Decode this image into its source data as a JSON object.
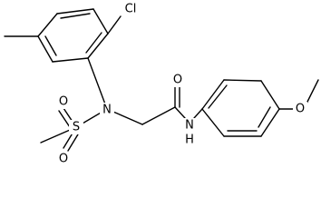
{
  "molecule": {
    "atom_labels": {
      "cl": "Cl",
      "n_central": "N",
      "s": "S",
      "o_sulfonyl_top": "O",
      "o_sulfonyl_bottom": "O",
      "o_carbonyl": "O",
      "nh": "N",
      "h": "H",
      "o_methoxy": "O"
    }
  }
}
